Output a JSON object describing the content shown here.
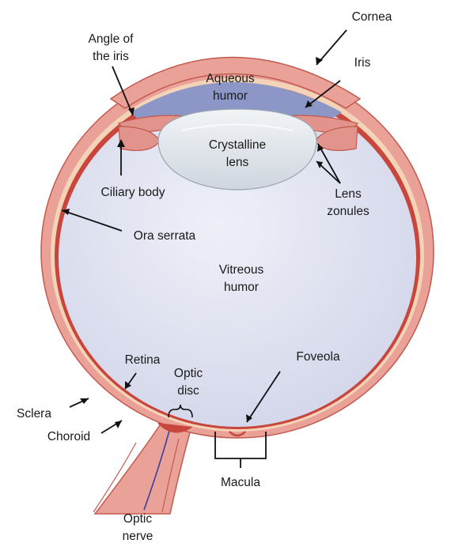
{
  "labels": {
    "cornea": "Cornea",
    "angle_line1": "Angle of",
    "angle_line2": "the iris",
    "iris": "Iris",
    "aqueous_line1": "Aqueous",
    "aqueous_line2": "humor",
    "lens_line1": "Crystalline",
    "lens_line2": "lens",
    "ciliary": "Ciliary body",
    "zonules_line1": "Lens",
    "zonules_line2": "zonules",
    "ora": "Ora serrata",
    "vitreous_line1": "Vitreous",
    "vitreous_line2": "humor",
    "retina": "Retina",
    "disc_line1": "Optic",
    "disc_line2": "disc",
    "foveola": "Foveola",
    "sclera": "Sclera",
    "choroid": "Choroid",
    "macula": "Macula",
    "nerve_line1": "Optic",
    "nerve_line2": "nerve"
  },
  "colors": {
    "sclera": "#eaa197",
    "sclera_edge": "#c25a4f",
    "choroid": "#f3d4b8",
    "retina": "#c8463c",
    "vitreous": "#dcdff0",
    "aqueous": "#8c97c8",
    "lens": "#e1e6ec",
    "iris": "#e2938b"
  }
}
